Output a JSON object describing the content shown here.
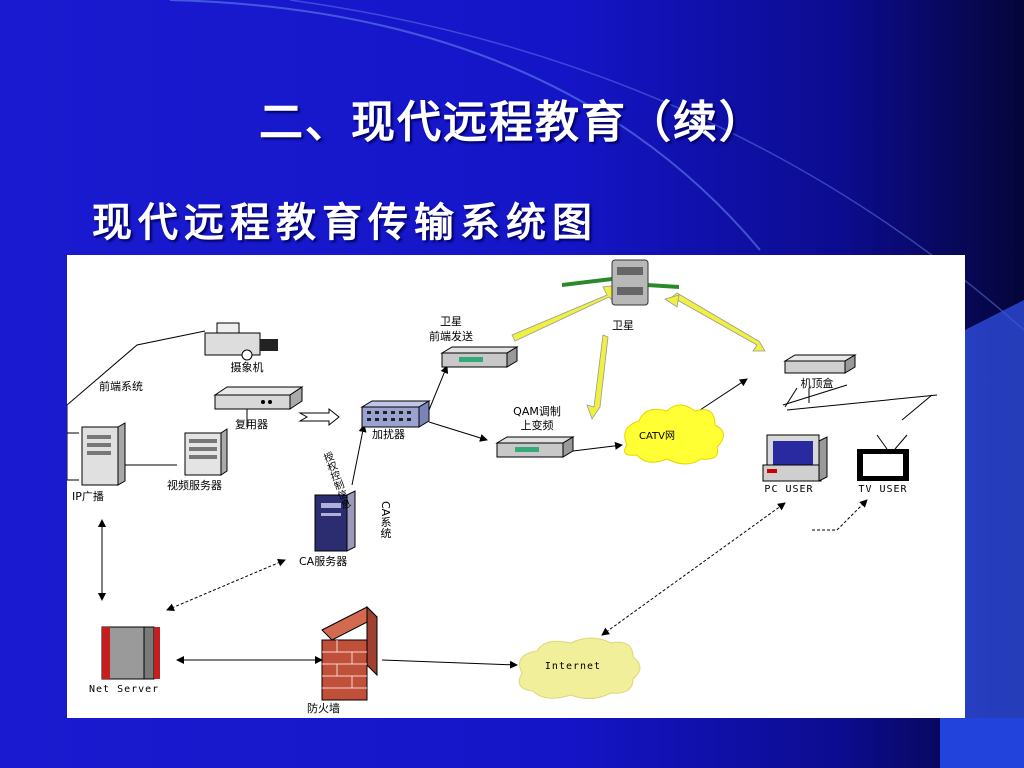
{
  "slide": {
    "title": "二、现代远程教育（续）",
    "subtitle": "现代远程教育传输系统图"
  },
  "diagram": {
    "nodes": {
      "satellite": "卫星",
      "uplink_line1": "卫星",
      "uplink_line2": "前端发送",
      "camera": "摄象机",
      "frontend": "前端系统",
      "multiplexer": "复用器",
      "scrambler": "加扰器",
      "qam_line1": "QAM调制",
      "qam_line2": "上变频",
      "catv": "CATV网",
      "settop": "机顶盒",
      "pc_user": "PC USER",
      "tv_user": "TV USER",
      "ip_broadcast": "IP广播",
      "video_server": "视频服务器",
      "control_info": "授权控制信息",
      "ca_system": "CA系统",
      "ca_server": "CA服务器",
      "net_server": "Net Server",
      "firewall": "防火墙",
      "internet": "Internet"
    }
  },
  "colors": {
    "background": "#1a1ad0",
    "title_text": "#ffffff",
    "link_yellow": "#f0f040",
    "cloud_yellow": "#ffff33",
    "cloud_internet": "#f2ef9a",
    "brick": "#c0503a"
  }
}
